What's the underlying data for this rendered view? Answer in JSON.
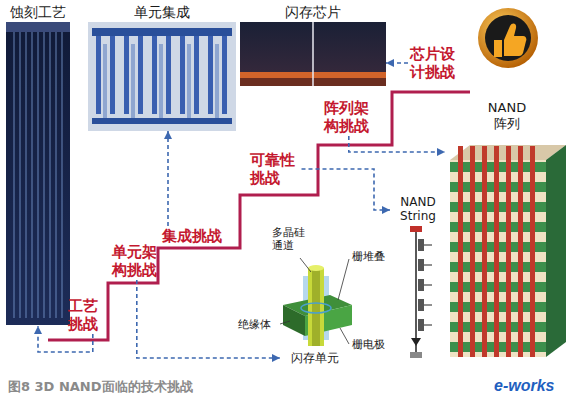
{
  "diagram": {
    "caption": "图8 3D NAND面临的技术挑战",
    "nodes": [
      {
        "text": [
          "蚀刻工艺"
        ]
      },
      {
        "text": [
          "单元集成"
        ]
      },
      {
        "text": [
          "闪存芯片"
        ]
      },
      {
        "text": [
          "芯片设 计挑战"
        ]
      },
      {
        "text": [
          "阵列架 构挑战"
        ]
      },
      {
        "text": [
          "NAND 阵列"
        ]
      },
      {
        "text": [
          "可靠性 挑战"
        ]
      },
      {
        "text": [
          "NAND String"
        ]
      },
      {
        "text": [
          "集成挑战"
        ]
      },
      {
        "text": [
          "单元架 构挑战"
        ]
      },
      {
        "text": [
          "工艺 挑战"
        ]
      },
      {
        "text": [
          "闪存单元"
        ]
      }
    ],
    "edges": [
      {
        "from": 10,
        "to": 0,
        "arrow": "to"
      },
      {
        "from": 9,
        "to": 11,
        "arrow": "to"
      },
      {
        "from": 8,
        "to": 1,
        "arrow": "to"
      },
      {
        "from": 6,
        "to": 7,
        "arrow": "to"
      },
      {
        "from": 4,
        "to": 5,
        "arrow": "to"
      },
      {
        "from": 3,
        "to": 2,
        "arrow": "to"
      }
    ],
    "labels": [
      "多晶硅 通道",
      "栅堆叠",
      "绝缘体",
      "栅电极",
      "e-works"
    ]
  }
}
